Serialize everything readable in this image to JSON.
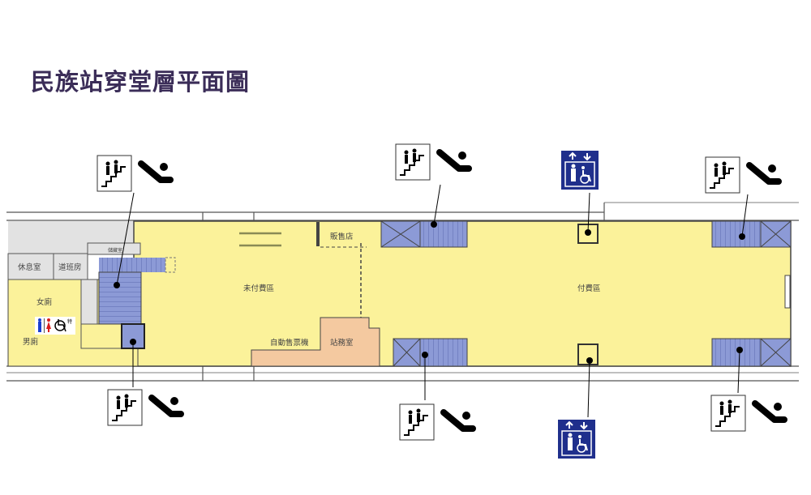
{
  "title": "民族站穿堂層平面圖",
  "rooms": {
    "rest_room": "休息室",
    "duty_room": "道班房",
    "storage": "儲藏室",
    "womens_toilet": "女廁",
    "mens_toilet": "男廁",
    "unpaid_area": "未付費區",
    "paid_area": "付費區",
    "shop": "販售店",
    "ticket_machines": "自動售票機",
    "station_office": "站務室",
    "accessible_toilet_mark": "特"
  },
  "colors": {
    "concourse": "#fbf29a",
    "escalator": "#8c9ad6",
    "office": "#f4c9a0",
    "backroom": "#e2e2e2",
    "elevator_sign": "#1f2f8c",
    "title": "#3b2d58"
  },
  "icons": {
    "stairs": "stairs-person-icon",
    "escalator": "escalator-icon",
    "elevator": "elevator-accessible-icon",
    "toilet": "toilet-accessible-icon"
  }
}
